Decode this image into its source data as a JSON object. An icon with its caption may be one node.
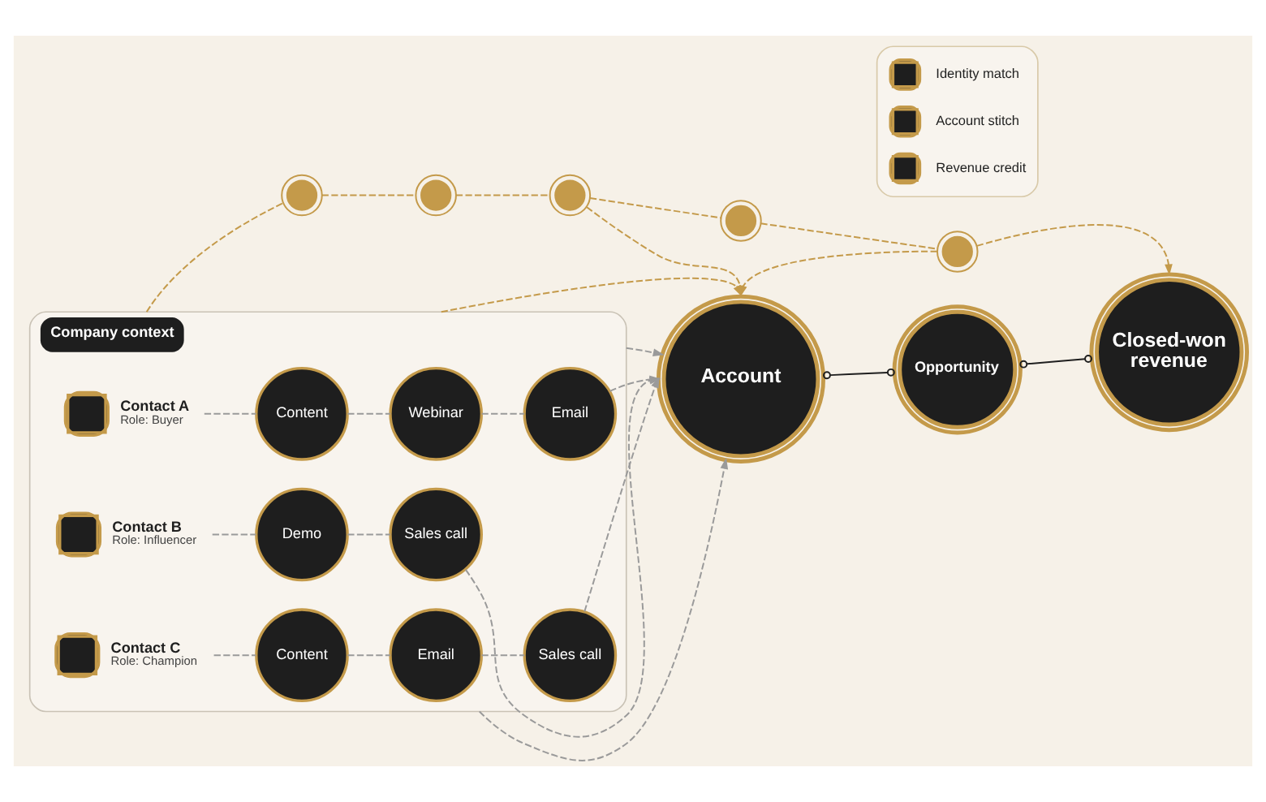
{
  "diagram": {
    "nodes": [
      {
        "text": [
          "Company context"
        ]
      },
      {
        "text": [
          "Contact A",
          "Role: Buyer"
        ],
        "in": 0
      },
      {
        "text": [
          "Content"
        ],
        "in": 0
      },
      {
        "text": [
          "Webinar"
        ],
        "in": 0
      },
      {
        "text": [
          "Email"
        ],
        "in": 0
      },
      {
        "text": [
          "Contact B",
          "Role: Influencer"
        ],
        "in": 0
      },
      {
        "text": [
          "Demo"
        ],
        "in": 0
      },
      {
        "text": [
          "Sales call"
        ],
        "in": 0
      },
      {
        "text": [
          "Contact C",
          "Role: Champion"
        ],
        "in": 0
      },
      {
        "text": [
          "Content"
        ],
        "in": 0
      },
      {
        "text": [
          "Email"
        ],
        "in": 0
      },
      {
        "text": [
          "Sales call"
        ],
        "in": 0
      },
      {
        "text": [
          "Account"
        ]
      },
      {
        "text": [
          "Opportunity"
        ]
      },
      {
        "text": [
          "Closed-won revenue"
        ]
      },
      {
        "text": [],
        "shape": "circle"
      },
      {
        "text": [],
        "shape": "circle"
      },
      {
        "text": [],
        "shape": "circle"
      },
      {
        "text": [],
        "shape": "circle"
      },
      {
        "text": [],
        "shape": "circle"
      }
    ],
    "edges": [
      {
        "from": 1,
        "to": 2,
        "arrow": "none",
        "style": "dashed"
      },
      {
        "from": 2,
        "to": 3,
        "arrow": "none",
        "style": "dashed"
      },
      {
        "from": 3,
        "to": 4,
        "arrow": "none",
        "style": "dashed"
      },
      {
        "from": 4,
        "to": 12,
        "arrow": "to",
        "style": "dashed"
      },
      {
        "from": 5,
        "to": 6,
        "arrow": "none",
        "style": "dashed"
      },
      {
        "from": 6,
        "to": 7,
        "arrow": "none",
        "style": "dashed"
      },
      {
        "from": 7,
        "to": 12,
        "arrow": "to",
        "style": "dashed"
      },
      {
        "from": 8,
        "to": 9,
        "arrow": "none",
        "style": "dashed"
      },
      {
        "from": 9,
        "to": 10,
        "arrow": "none",
        "style": "dashed"
      },
      {
        "from": 10,
        "to": 11,
        "arrow": "none",
        "style": "dashed"
      },
      {
        "from": 11,
        "to": 12,
        "arrow": "to",
        "style": "dashed"
      },
      {
        "from": 0,
        "to": 15,
        "arrow": "none",
        "style": "dashed",
        "color": "#c49a4a"
      },
      {
        "from": 0,
        "to": 12,
        "arrow": "to",
        "style": "dashed",
        "color": "#c49a4a"
      },
      {
        "from": 0,
        "to": 12,
        "arrow": "to",
        "style": "dashed"
      },
      {
        "from": 0,
        "to": 12,
        "arrow": "to",
        "style": "dashed"
      },
      {
        "from": 15,
        "to": 16,
        "arrow": "none",
        "style": "dashed",
        "color": "#c49a4a"
      },
      {
        "from": 16,
        "to": 17,
        "arrow": "none",
        "style": "dashed",
        "color": "#c49a4a"
      },
      {
        "from": 17,
        "to": 18,
        "arrow": "none",
        "style": "dashed",
        "color": "#c49a4a"
      },
      {
        "from": 18,
        "to": 19,
        "arrow": "none",
        "style": "dashed",
        "color": "#c49a4a"
      },
      {
        "from": 17,
        "to": 12,
        "arrow": "to",
        "style": "dashed",
        "color": "#c49a4a"
      },
      {
        "from": 19,
        "to": 14,
        "arrow": "to",
        "style": "dashed",
        "color": "#c49a4a"
      },
      {
        "from": 19,
        "to": 12,
        "arrow": "to",
        "style": "dashed",
        "color": "#c49a4a"
      },
      {
        "from": 12,
        "to": 13,
        "arrow": "other",
        "color": "#1f1f1f"
      },
      {
        "from": 13,
        "to": 14,
        "arrow": "other",
        "color": "#1f1f1f"
      }
    ],
    "legend": [
      {
        "text": "Identity match"
      },
      {
        "text": "Account stitch"
      },
      {
        "text": "Revenue credit"
      }
    ]
  }
}
